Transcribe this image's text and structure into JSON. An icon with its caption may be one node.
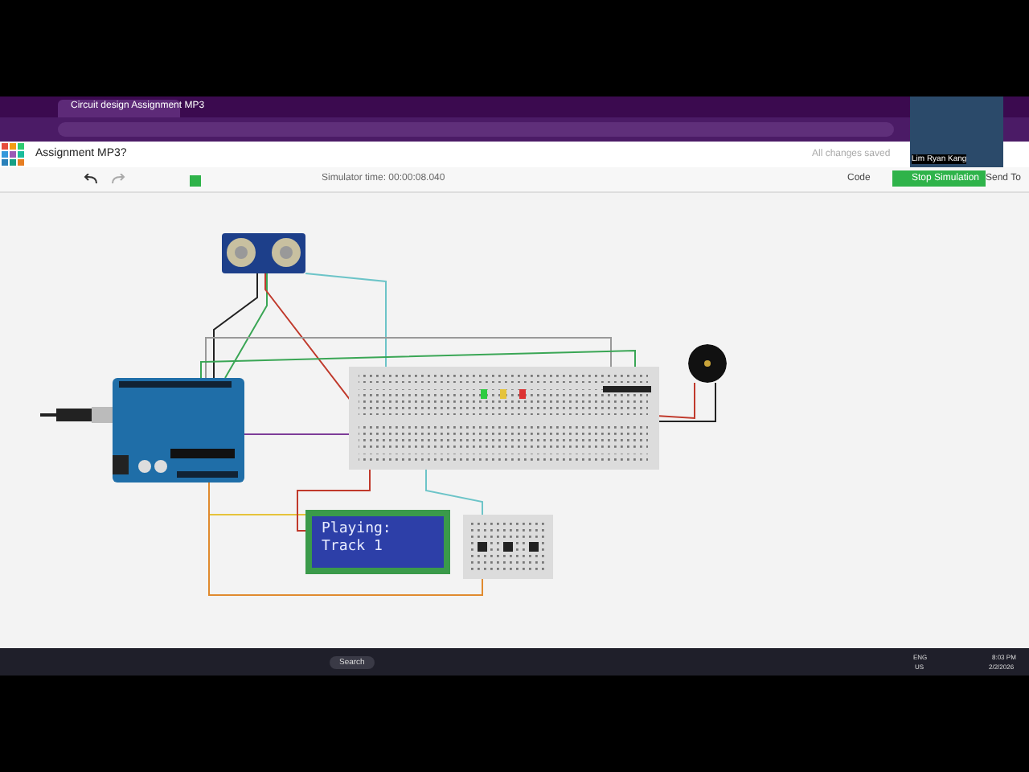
{
  "diagram": {
    "nodes": [
      {
        "text": [],
        "shape": "picture"
      },
      {
        "text": [],
        "shape": "picture"
      },
      {
        "text": [],
        "shape": "picture"
      },
      {
        "text": [],
        "shape": "circle"
      },
      {
        "text": [
          "Playing: Track 1"
        ]
      },
      {
        "text": [],
        "shape": "picture"
      }
    ],
    "edges": [
      {
        "from": 0,
        "to": 1,
        "arrow": "none",
        "color": "#222222"
      },
      {
        "from": 0,
        "to": 1,
        "arrow": "none",
        "color": "#3aa655"
      },
      {
        "from": 0,
        "to": 2,
        "arrow": "none",
        "color": "#c0392b"
      },
      {
        "from": 0,
        "to": 2,
        "arrow": "none",
        "color": "#6cc4c8"
      },
      {
        "from": 1,
        "to": 2,
        "arrow": "none",
        "color": "#7d3c98"
      },
      {
        "from": 1,
        "to": 2,
        "arrow": "none",
        "color": "#999999"
      },
      {
        "from": 1,
        "to": 2,
        "arrow": "none",
        "color": "#3aa655"
      },
      {
        "from": 1,
        "to": 4,
        "arrow": "none",
        "color": "#e5c33a"
      },
      {
        "from": 1,
        "to": 5,
        "arrow": "none",
        "color": "#e08a2e"
      },
      {
        "from": 2,
        "to": 4,
        "arrow": "none",
        "color": "#c0392b"
      },
      {
        "from": 2,
        "to": 5,
        "arrow": "none",
        "color": "#6cc4c8"
      },
      {
        "from": 3,
        "to": 2,
        "arrow": "none",
        "color": "#c0392b"
      },
      {
        "from": 3,
        "to": 2,
        "arrow": "none",
        "color": "#222222"
      }
    ],
    "labels": [
      "Circuit design Assignment MP3",
      "Assignment MP3?",
      "All changes saved",
      "Lim Ryan Kang",
      "Simulator time: 00:00:08.040",
      "Code",
      "Stop Simulation",
      "Send To",
      "Search",
      "ENG",
      "US",
      "8:03 PM",
      "2/2/2026"
    ]
  }
}
